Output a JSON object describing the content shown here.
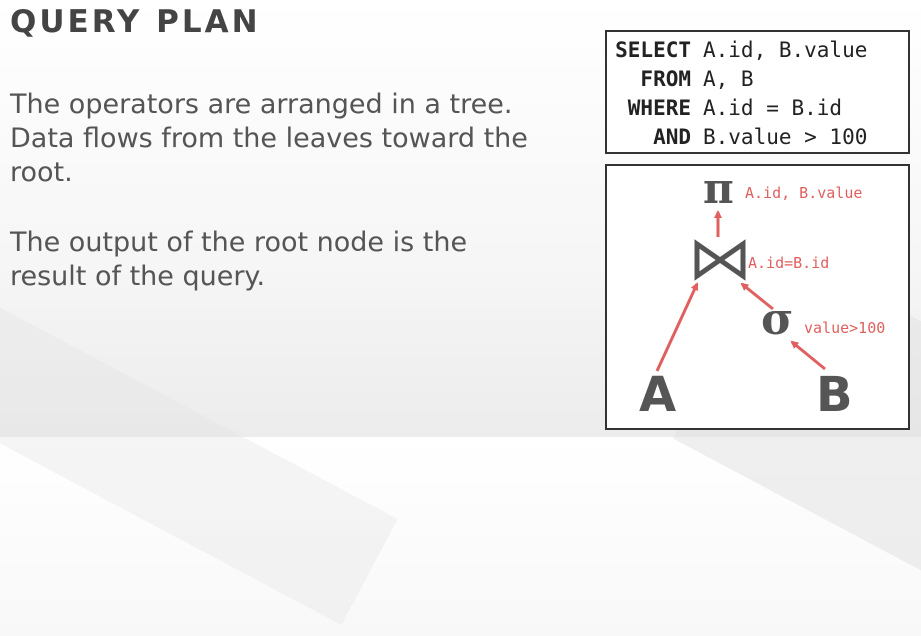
{
  "slide": {
    "title": "QUERY PLAN",
    "paragraph_1": "The operators are arranged in a tree. Data flows from the leaves toward the root.",
    "paragraph_2": "The output of the root node is the result of the query."
  },
  "sql": {
    "lines": [
      {
        "keyword": "SELECT",
        "rest": "A.id, B.value"
      },
      {
        "keyword": "FROM",
        "rest": "A, B"
      },
      {
        "keyword": "WHERE",
        "rest": "A.id = B.id"
      },
      {
        "keyword": "AND",
        "rest": "B.value > 100"
      }
    ]
  },
  "plan": {
    "projection_symbol": "π",
    "projection_label": "A.id, B.value",
    "join_label": "A.id=B.id",
    "selection_symbol": "σ",
    "selection_label": "value>100",
    "leaf_a": "A",
    "leaf_b": "B"
  },
  "colors": {
    "accent": "#e06060",
    "operator": "#555555",
    "border": "#333333"
  },
  "icons": {
    "join": "bowtie-join-icon",
    "arrows": "arrow-up-icon"
  }
}
